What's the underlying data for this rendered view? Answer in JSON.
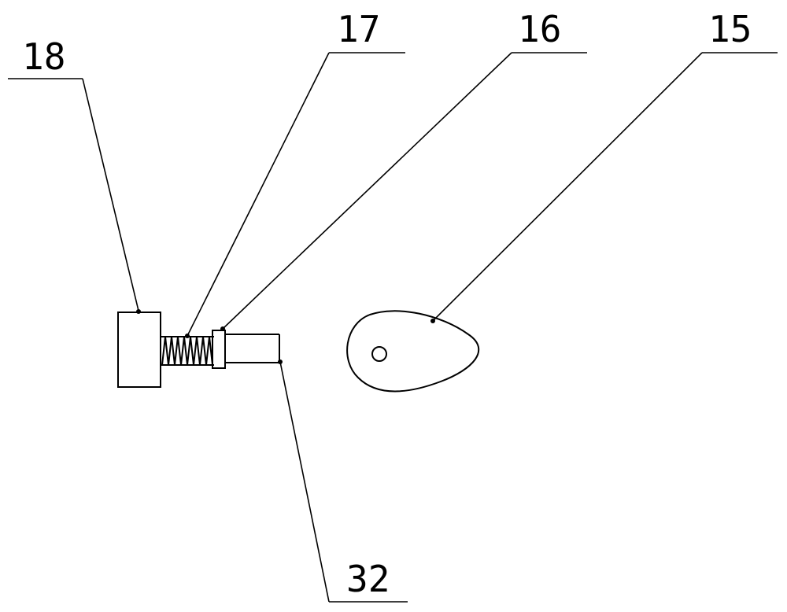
{
  "labels": {
    "part_18": "18",
    "part_17": "17",
    "part_16": "16",
    "part_15": "15",
    "part_32": "32"
  }
}
